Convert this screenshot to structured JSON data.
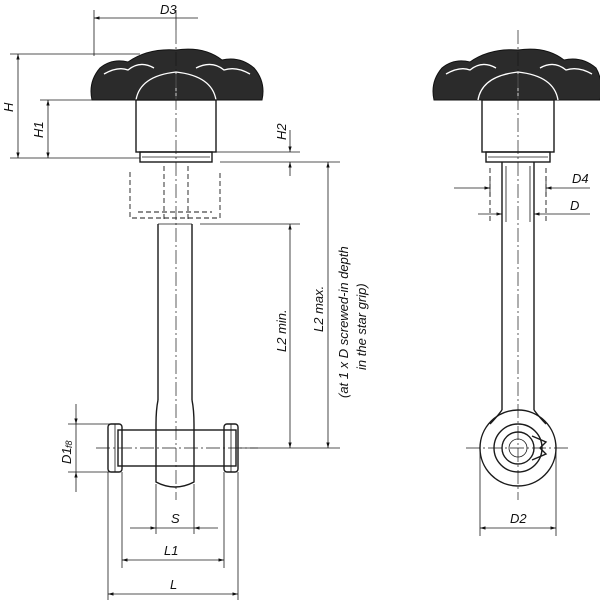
{
  "labels": {
    "d3": "D3",
    "h": "H",
    "h1": "H1",
    "h2": "H2",
    "d4": "D4",
    "d": "D",
    "l2_min": "L2 min.",
    "l2_max": "L2 max.",
    "l2_note_line1": "(at 1 x D screwed-in depth",
    "l2_note_line2": "in the star grip)",
    "d1": "D1",
    "d1_tol": "f8",
    "s": "S",
    "l1": "L1",
    "l": "L",
    "d2": "D2"
  }
}
